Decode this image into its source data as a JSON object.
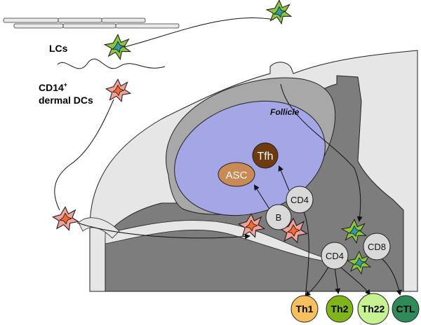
{
  "diagram": {
    "labels": {
      "lcs": "LCs",
      "cd14_main": "CD14",
      "cd14_sup": "+",
      "dermal_dcs": "dermal DCs",
      "follicle": "Follicle",
      "tfh": "Tfh",
      "asc": "ASC",
      "cd4_follicle": "CD4",
      "b_cell": "B",
      "cd4_paracortex": "CD4",
      "cd8": "CD8"
    },
    "outcomes": [
      {
        "label": "Th1",
        "color": "#f7c05c"
      },
      {
        "label": "Th2",
        "color": "#7fb51a"
      },
      {
        "label": "Th22",
        "color": "#c6f291"
      },
      {
        "label": "CTL",
        "color": "#2e8b57"
      }
    ],
    "colors": {
      "follicle": "#a4a6e6",
      "node_capsule": "#e6e6e6",
      "node_core": "#7d7d7d",
      "node_mid": "#a8a8a8",
      "tfh": "#6e3a10",
      "asc": "#c98a55",
      "lc_green": "#8cc63f",
      "lc_core": "#2f9ea1",
      "dermal_pink": "#f3a19a",
      "dermal_core": "#f26b2a",
      "small_cell": "#d9d9d9"
    },
    "icons": [
      "lc-dendritic-cell-icon",
      "dermal-dendritic-cell-icon",
      "lymphocyte-icon"
    ]
  }
}
